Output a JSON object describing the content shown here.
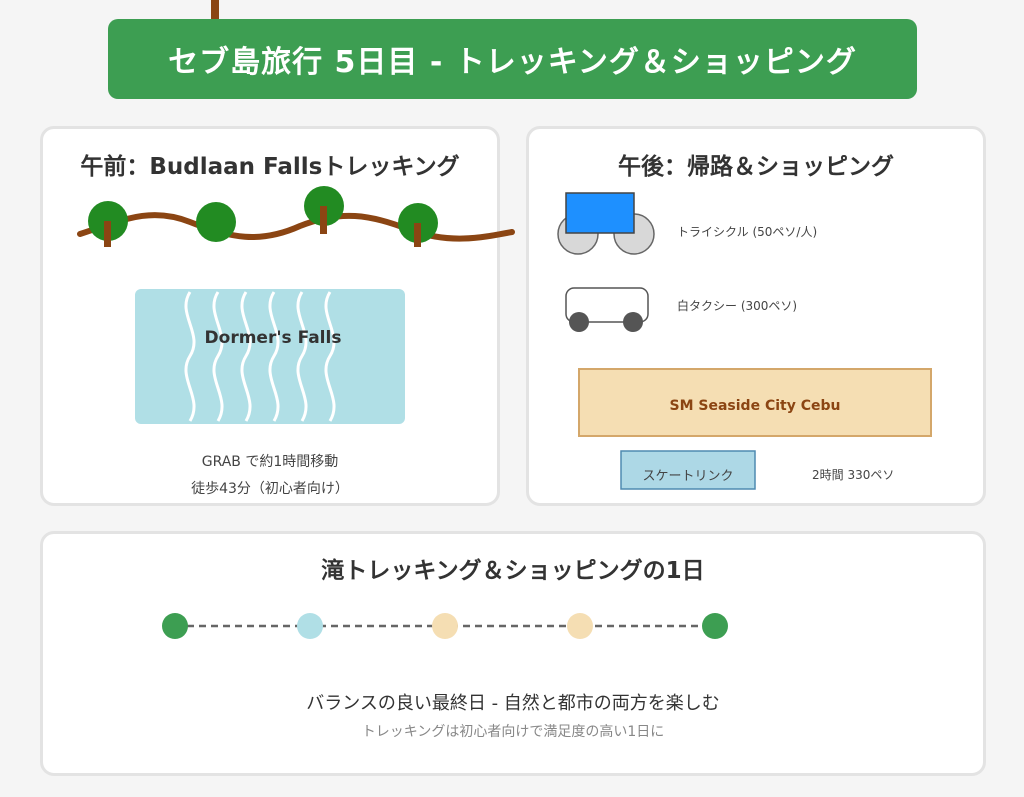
{
  "banner": {
    "title": "セブ島旅行 5日目 - トレッキング＆ショッピング"
  },
  "morning": {
    "title": "午前：Budlaan Fallsトレッキング",
    "waterfall_label": "Dormer's Falls",
    "note1": "GRAB で約1時間移動",
    "note2": "徒歩43分（初心者向け）"
  },
  "afternoon": {
    "title": "午後：帰路＆ショッピング",
    "tricycle_label": "トライシクル (50ペソ/人)",
    "taxi_label": "白タクシー (300ペソ)",
    "mall_label": "SM Seaside City Cebu",
    "rink_label": "スケートリンク",
    "rink_price": "2時間 330ペソ"
  },
  "summary": {
    "title": "滝トレッキング＆ショッピングの1日",
    "main_text": "バランスの良い最終日 - 自然と都市の両方を楽しむ",
    "sub_text": "トレッキングは初心者向けで満足度の高い1日に"
  },
  "colors": {
    "banner": "#3d9e52",
    "tree": "#228b22",
    "trunk": "#8b4513",
    "water": "#b0dfe6",
    "mall": "#f5deb3",
    "tricycle": "#1e90ff"
  }
}
